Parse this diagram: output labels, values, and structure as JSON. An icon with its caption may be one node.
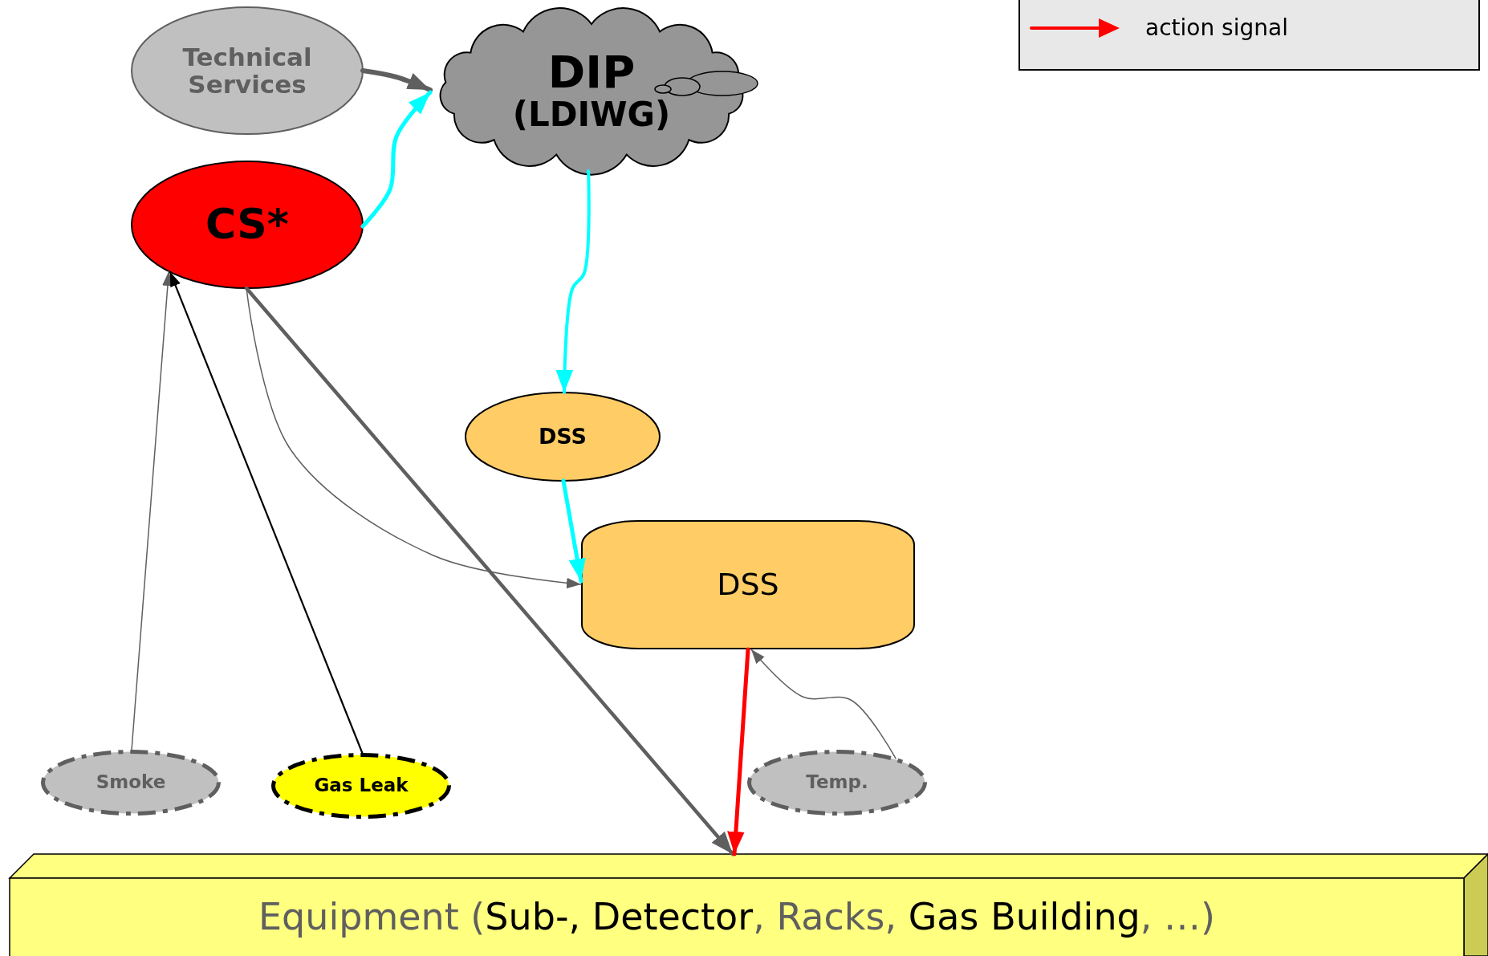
{
  "diagram": {
    "nodes": [
      {
        "text": [
          "Technical Services"
        ]
      },
      {
        "text": [
          "DIP",
          "(LDIWG)"
        ]
      },
      {
        "text": [
          "CS*"
        ]
      },
      {
        "text": [
          "DSS"
        ]
      },
      {
        "text": [
          "DSS"
        ]
      },
      {
        "text": [
          "Smoke"
        ]
      },
      {
        "text": [
          "Gas Leak"
        ]
      },
      {
        "text": [
          "Temp."
        ]
      },
      {
        "text": [
          "Equipment (**Sub-, Detector**, Racks, **Gas Building**, …)"
        ]
      }
    ],
    "edges": [
      {
        "from": 0,
        "to": 1,
        "arrow": "to"
      },
      {
        "from": 2,
        "to": 1,
        "arrow": "to",
        "color": "#00ffff"
      },
      {
        "from": 1,
        "to": 3,
        "arrow": "to",
        "color": "#00ffff"
      },
      {
        "from": 3,
        "to": 4,
        "arrow": "to",
        "color": "#00ffff"
      },
      {
        "from": 2,
        "to": 4,
        "arrow": "to"
      },
      {
        "from": 2,
        "to": 8,
        "arrow": "to"
      },
      {
        "from": 5,
        "to": 2,
        "arrow": "to"
      },
      {
        "from": 6,
        "to": 2,
        "arrow": "to",
        "color": "#000000"
      },
      {
        "from": 4,
        "to": 8,
        "arrow": "to",
        "color": "#ff0000"
      },
      {
        "from": 7,
        "to": 4,
        "arrow": "to"
      }
    ],
    "legend": [
      {
        "text": "action signal"
      }
    ]
  }
}
